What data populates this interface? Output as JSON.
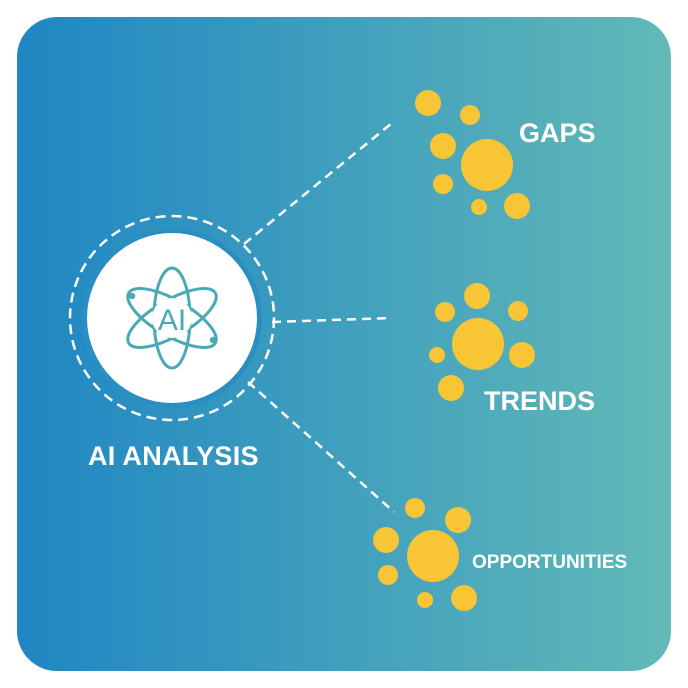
{
  "hub": {
    "label": "AI ANALYSIS",
    "icon": "ai-atom-icon",
    "icon_text": "AI"
  },
  "branches": [
    {
      "label": "GAPS",
      "icon": "sun-cluster-icon"
    },
    {
      "label": "TRENDS",
      "icon": "sun-cluster-icon"
    },
    {
      "label": "OPPORTUNITIES",
      "icon": "sun-cluster-icon"
    }
  ],
  "colors": {
    "gradient_start": "#1f86c3",
    "gradient_end": "#62b9b7",
    "accent_yellow": "#f7c535",
    "icon_teal": "#4aa9b5",
    "text": "#ffffff"
  }
}
